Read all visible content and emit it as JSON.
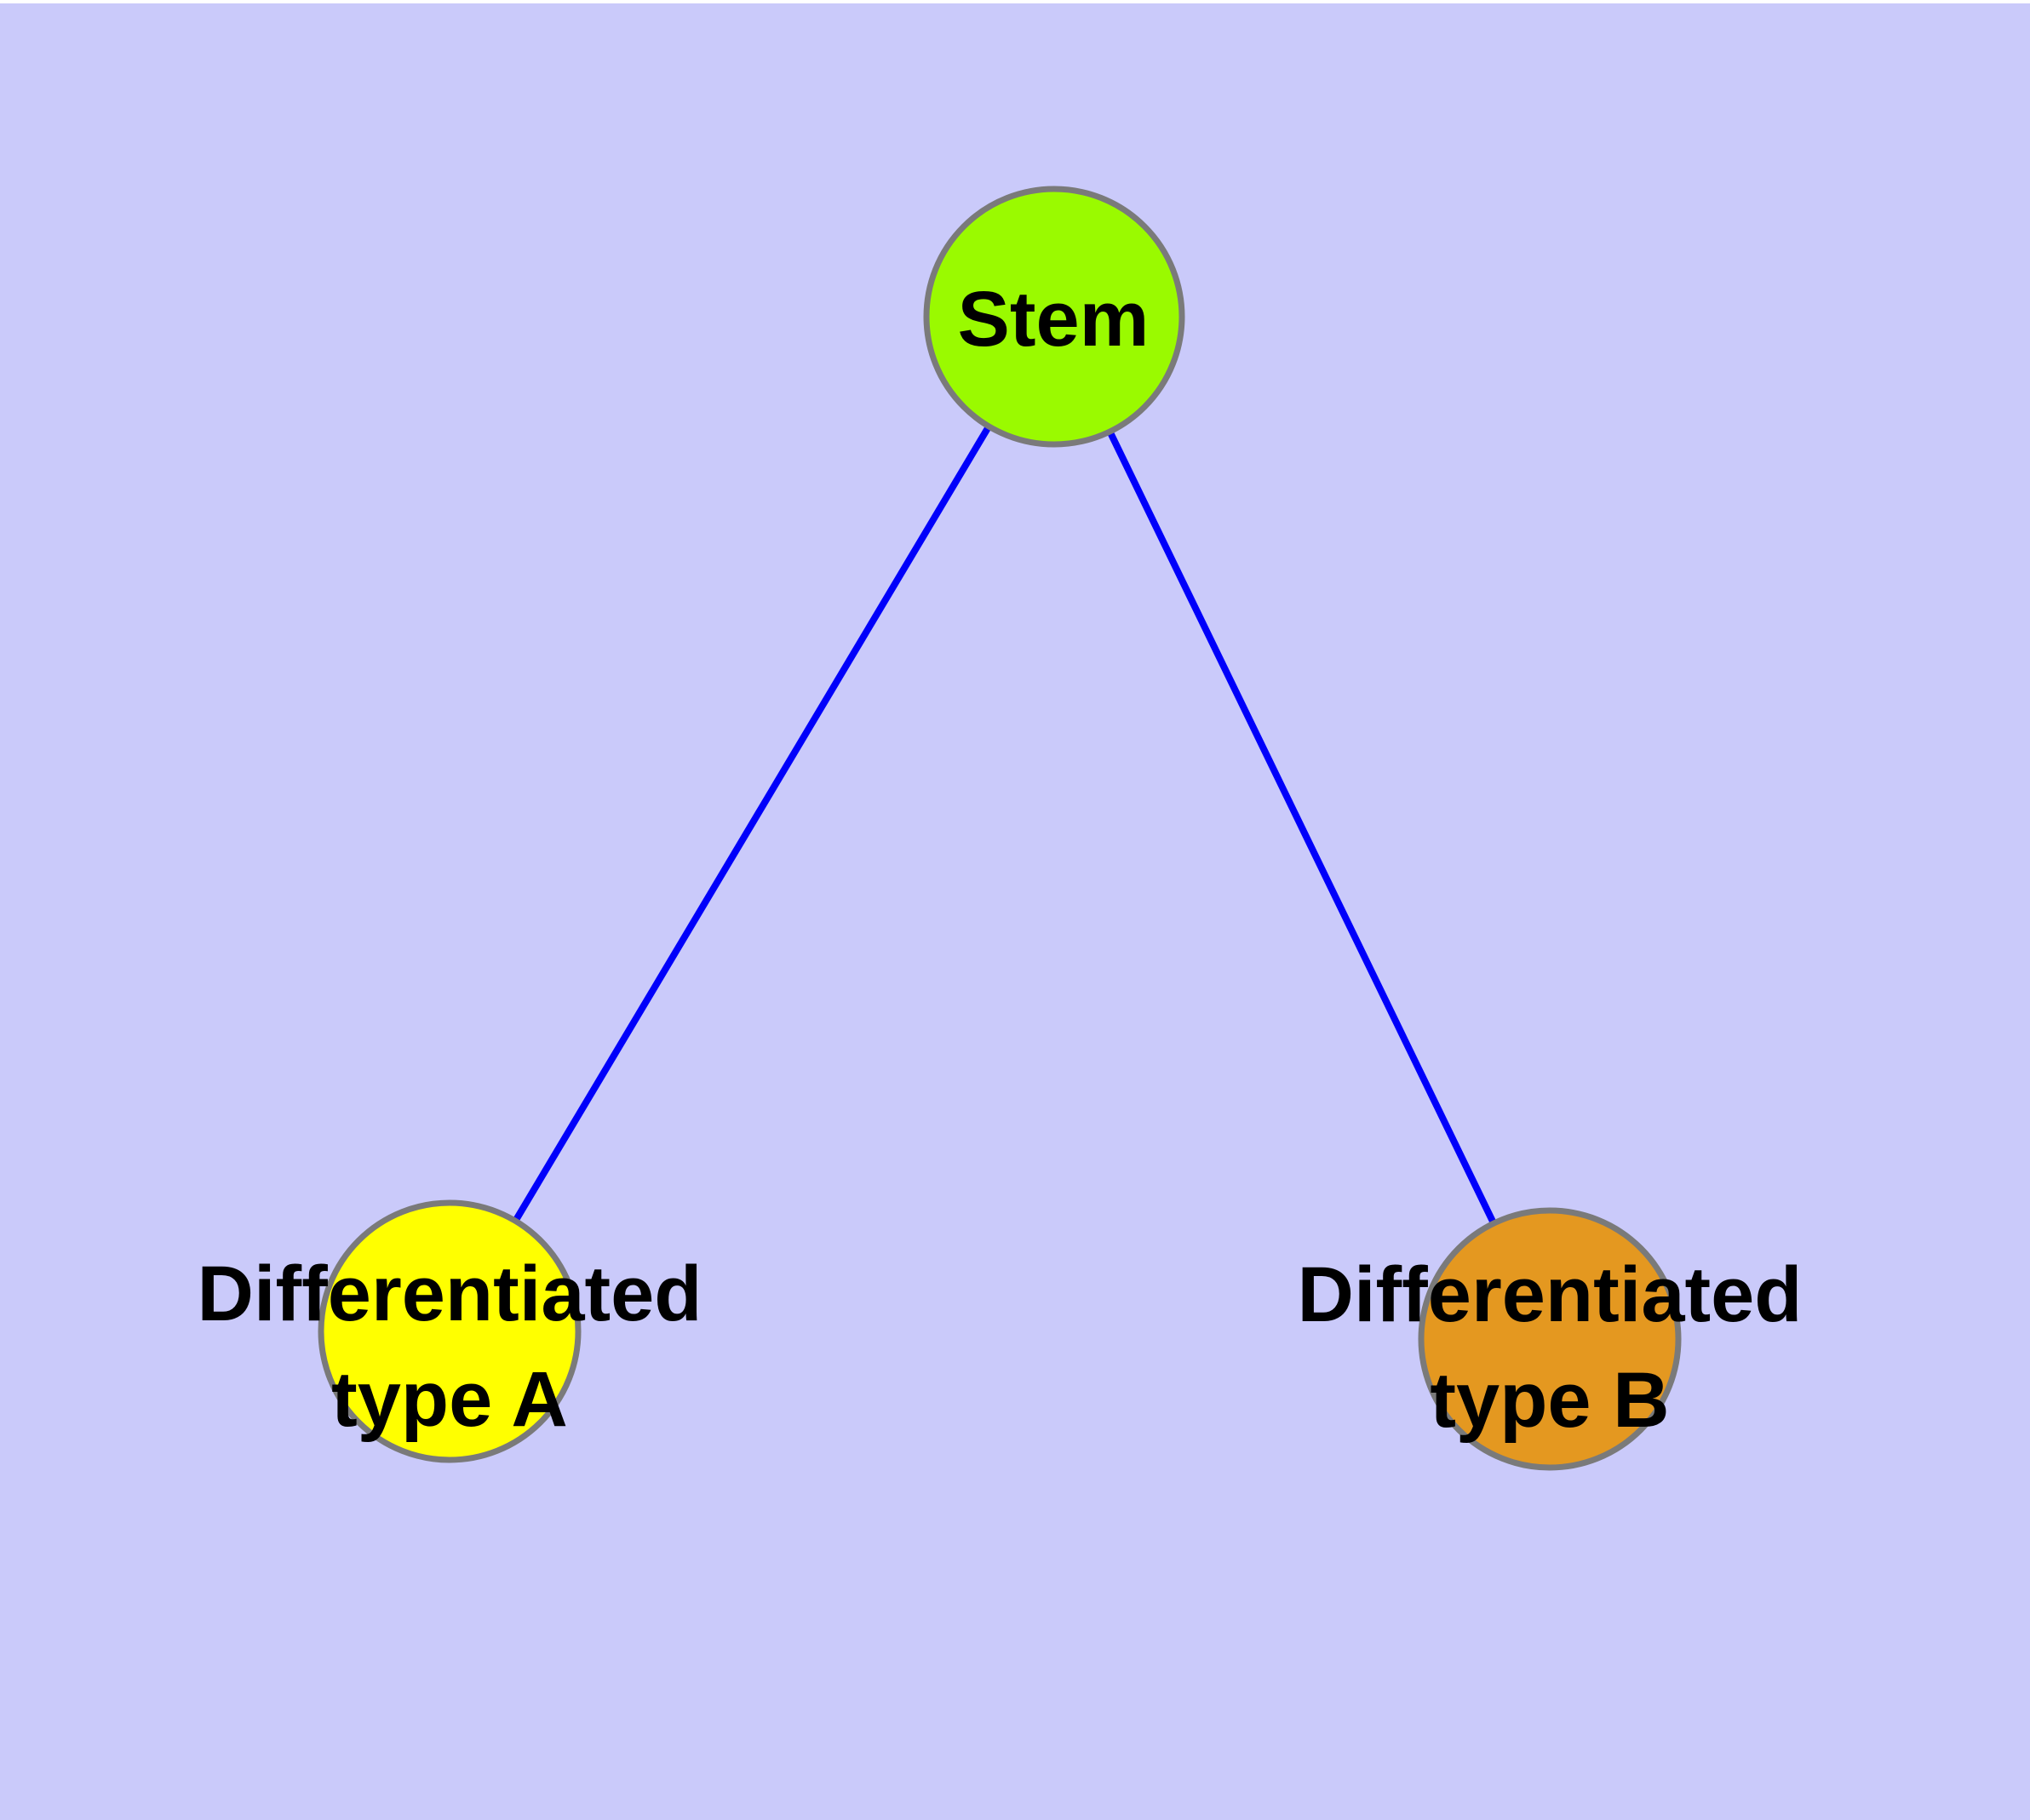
{
  "canvas": {
    "background_color": "#CACAFA",
    "top_strip_color": "#FFFFFF"
  },
  "graph": {
    "edge_color": "#0000FA",
    "node_stroke_color": "#7A7A7A",
    "label_color": "#000000",
    "nodes": [
      {
        "id": "stem",
        "label": "Stem",
        "fill": "#9AFA00"
      },
      {
        "id": "differentiated-type-a",
        "label": "Differentiated\ntype A",
        "fill": "#FFFF00"
      },
      {
        "id": "differentiated-type-b",
        "label": "Differentiated\ntype B",
        "fill": "#E49820"
      }
    ],
    "edges": [
      {
        "from": "stem",
        "to": "differentiated-type-a"
      },
      {
        "from": "stem",
        "to": "differentiated-type-b"
      }
    ]
  }
}
